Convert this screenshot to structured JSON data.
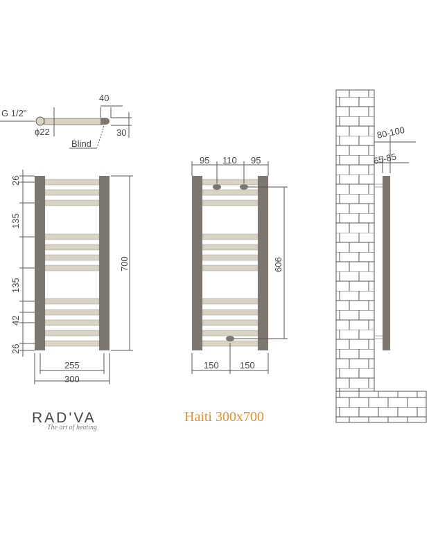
{
  "top_detail": {
    "thread": "G 1/2\"",
    "diameter": "ϕ22",
    "depth": "40",
    "height": "30",
    "blind": "Blind"
  },
  "front_view": {
    "dims_left": [
      "26",
      "135",
      "135",
      "42",
      "26"
    ],
    "height": "700",
    "inner_width": "255",
    "width": "300"
  },
  "back_view": {
    "top_dims": [
      "95",
      "110",
      "95"
    ],
    "connection_height": "606",
    "bottom_dims": [
      "150",
      "150"
    ]
  },
  "side_view": {
    "wall_distance": "80-100",
    "bracket_distance": "65-85"
  },
  "logo": {
    "brand": "RAD'VA",
    "tagline": "The art of heating"
  },
  "model": "Haiti 300x700",
  "colors": {
    "rail": "#7e7770",
    "bar": "#d8d3c3",
    "accent": "#e8902a"
  }
}
